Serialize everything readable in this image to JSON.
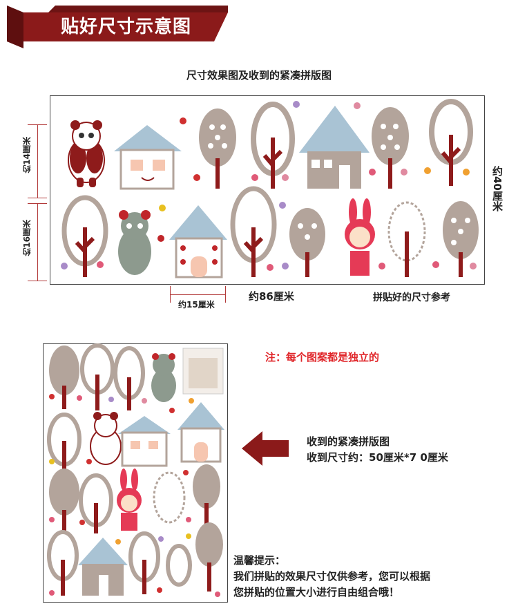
{
  "header": {
    "title": "贴好尺寸示意图"
  },
  "preview": {
    "subtitle": "尺寸效果图及收到的紧凑拼版图",
    "dims": {
      "top_row_height": "约14厘米",
      "bottom_row_height": "约16厘米",
      "total_height": "约40厘米",
      "house_width": "约15厘米",
      "total_width": "约86厘米"
    },
    "caption": "拼贴好的尺寸参考"
  },
  "sheet": {
    "note": "注：每个图案都是独立的",
    "received_label": "收到的紧凑拼版图",
    "received_size": "收到尺寸约：50厘米*7 0厘米"
  },
  "tips": {
    "title": "温馨提示：",
    "line1": "我们拼贴的效果尺寸仅供参考，您可以根据",
    "line2": "您拼贴的位置大小进行自由组合哦！"
  },
  "colors": {
    "brand_red": "#8b1a1a",
    "note_red": "#e0262a",
    "tree_taupe": "#b3a49b",
    "trunk_red": "#8e1b1b",
    "roof_blue": "#a9c3d4"
  }
}
